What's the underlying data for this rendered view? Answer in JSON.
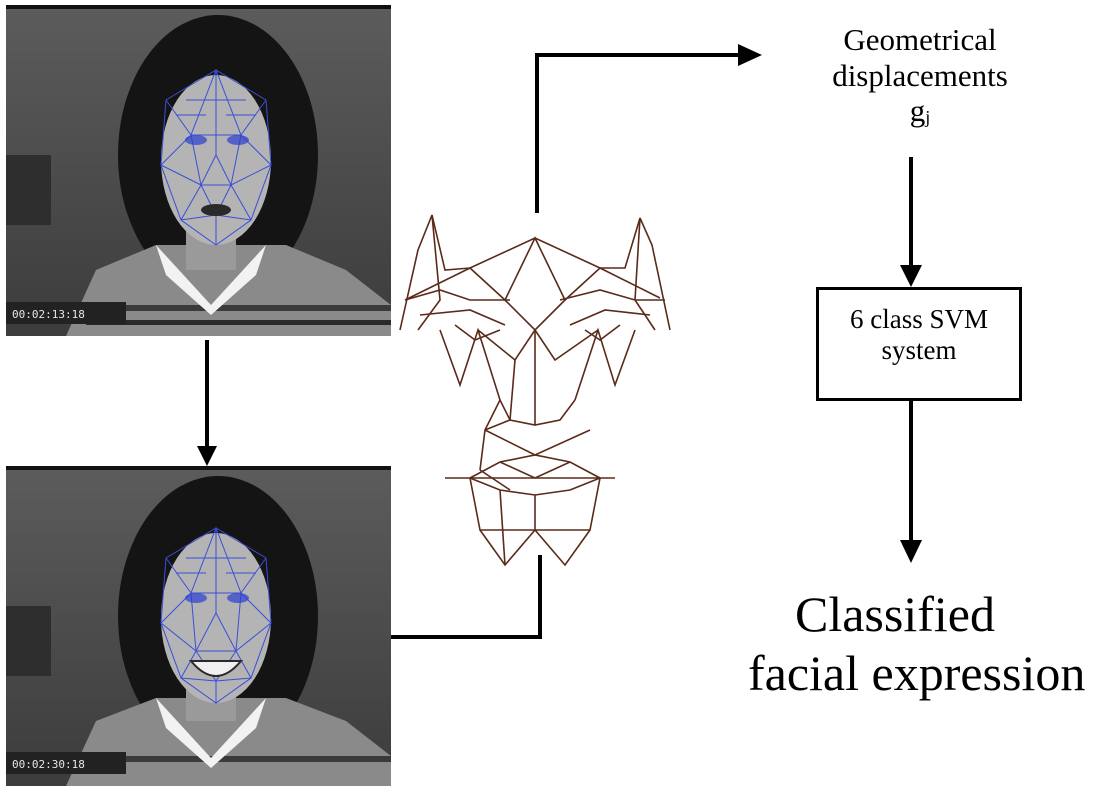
{
  "frames": {
    "top": {
      "timecode": "00:02:13:18"
    },
    "bottom": {
      "timecode": "00:02:30:18"
    }
  },
  "labels": {
    "geometric_line1": "Geometrical",
    "geometric_line2": "displacements",
    "g_main": "g",
    "g_sub": "j",
    "svm_line1": "6 class SVM",
    "svm_line2": "system",
    "classified_line1": "Classified",
    "classified_line2": "facial expression"
  },
  "colors": {
    "mesh": "#3a4fd8",
    "candide": "#5a2a1a",
    "arrow": "#000000"
  }
}
